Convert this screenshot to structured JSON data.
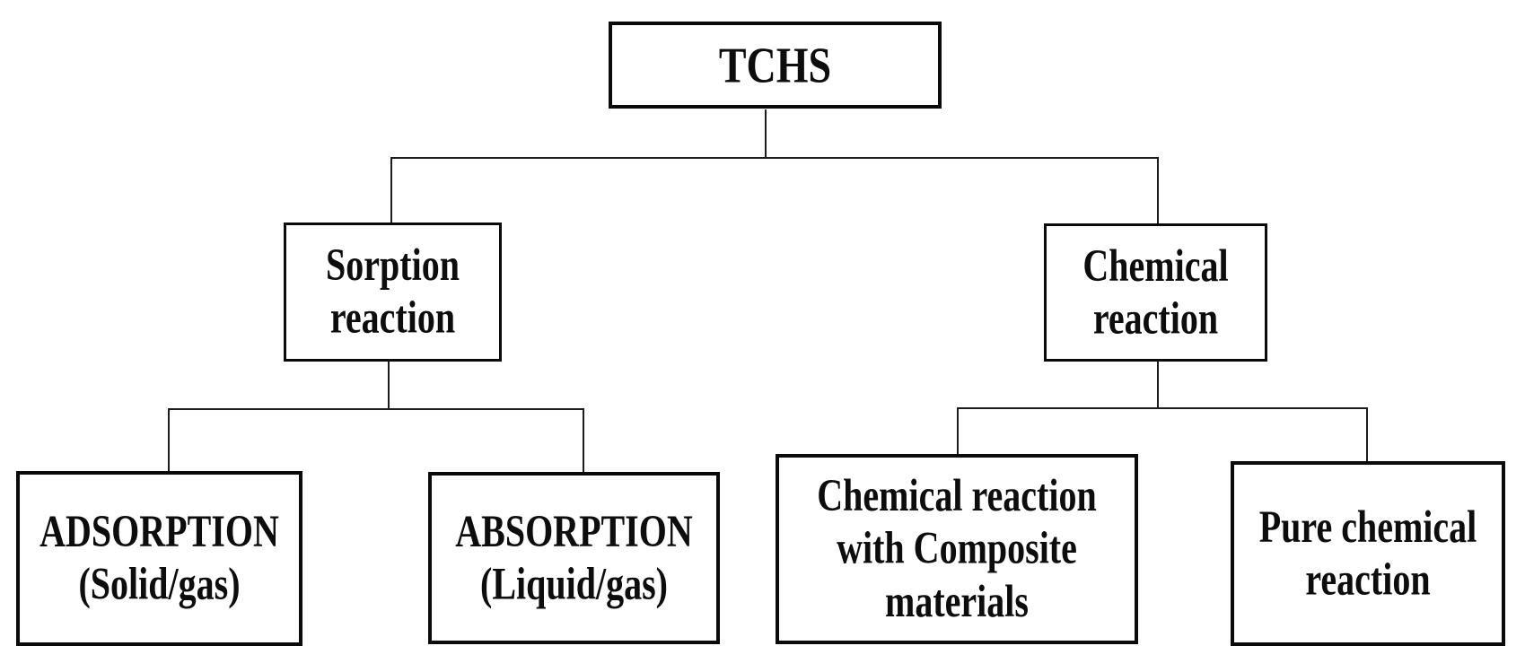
{
  "diagram_type": "flowchart",
  "colors": {
    "bg": "#ffffff",
    "box_border": "#0a0a0a",
    "text": "#0d0d0d",
    "line": "#1c1c1c"
  },
  "nodes": {
    "tchs": {
      "label": "TCHS",
      "level": 1
    },
    "sorption": {
      "label": "Sorption\nreaction",
      "level": 2
    },
    "chemical": {
      "label": "Chemical\nreaction",
      "level": 2
    },
    "adsorption": {
      "label": "ADSORPTION\n(Solid/gas)",
      "level": 3
    },
    "absorption": {
      "label": "ABSORPTION\n(Liquid/gas)",
      "level": 3
    },
    "composite": {
      "label": "Chemical reaction\nwith Composite\nmaterials",
      "level": 3
    },
    "pure": {
      "label": "Pure chemical\nreaction",
      "level": 3
    }
  },
  "edges": [
    {
      "from": "tchs",
      "to": "sorption"
    },
    {
      "from": "tchs",
      "to": "chemical"
    },
    {
      "from": "sorption",
      "to": "adsorption"
    },
    {
      "from": "sorption",
      "to": "absorption"
    },
    {
      "from": "chemical",
      "to": "composite"
    },
    {
      "from": "chemical",
      "to": "pure"
    }
  ]
}
